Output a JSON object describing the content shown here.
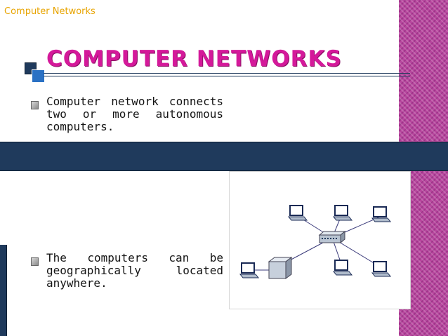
{
  "header": {
    "label": "Computer Networks"
  },
  "slide": {
    "title": "COMPUTER NETWORKS",
    "bullets": [
      {
        "text": "Computer network connects two or more autonomous computers."
      },
      {
        "text": "The computers can be geographically located anywhere."
      }
    ]
  },
  "colors": {
    "title": "#d4199a",
    "header_label": "#e8a400",
    "band": "#1f3a5c",
    "right_strip": "#b8469e"
  },
  "diagram": {
    "icons": [
      "laptop-icon",
      "laptop-icon",
      "laptop-icon",
      "laptop-icon",
      "laptop-icon",
      "laptop-icon",
      "hub-icon",
      "server-icon"
    ]
  }
}
